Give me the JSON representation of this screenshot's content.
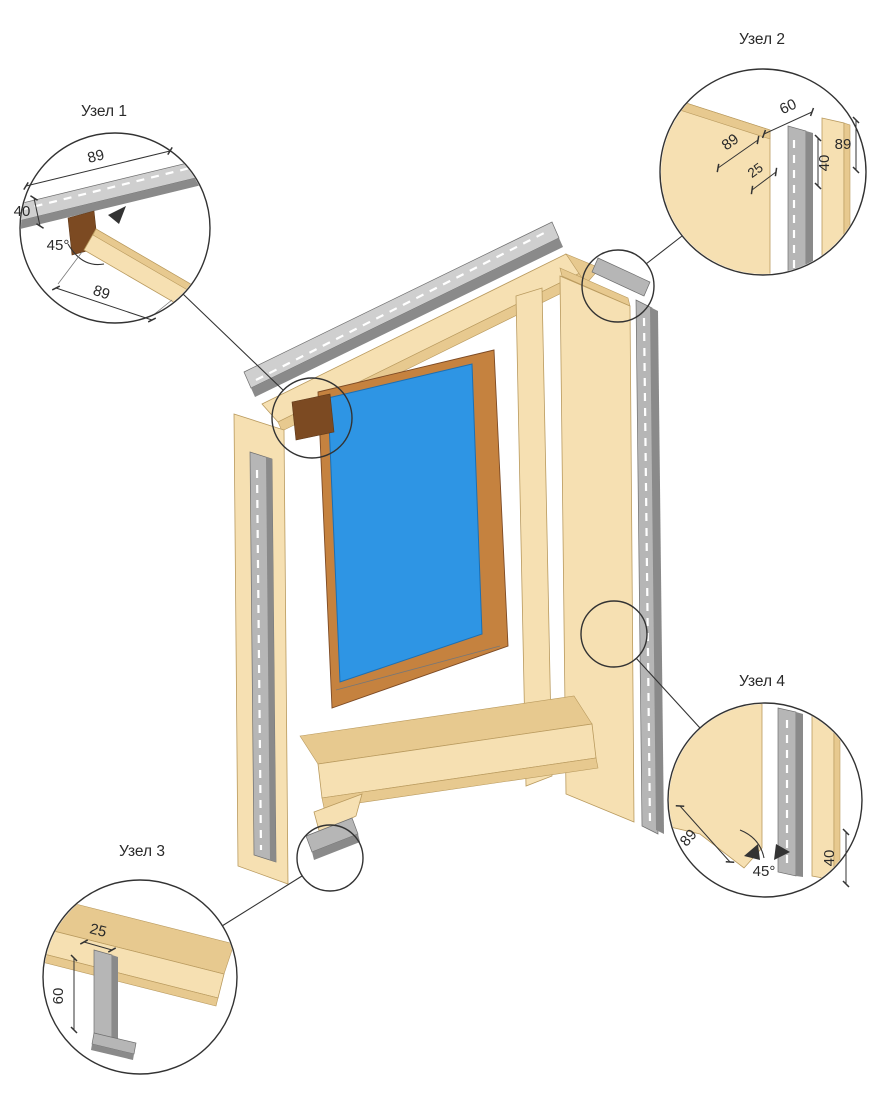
{
  "diagram": {
    "callout1": {
      "label": "Узел 1",
      "dim_top": "89",
      "dim_left": "40",
      "angle": "45°",
      "dim_diag": "89"
    },
    "callout2": {
      "label": "Узел 2",
      "dim_60": "60",
      "dim_89_side": "89",
      "dim_25": "25",
      "dim_40": "40",
      "dim_89_right": "89"
    },
    "callout3": {
      "label": "Узел 3",
      "dim_25": "25",
      "dim_60": "60"
    },
    "callout4": {
      "label": "Узел 4",
      "dim_89": "89",
      "angle": "45°",
      "dim_40": "40"
    }
  },
  "colors": {
    "background": "#ffffff",
    "siding": "#f6e0b2",
    "siding_shadow": "#e7c98f",
    "siding_edge": "#b99a5e",
    "metal": "#b6b6b6",
    "metal_light": "#cfcfcf",
    "metal_dark": "#8a8a8a",
    "wood": "#c5823f",
    "wood_dark": "#7c4a22",
    "glass": "#2e95e4",
    "line": "#333333"
  }
}
